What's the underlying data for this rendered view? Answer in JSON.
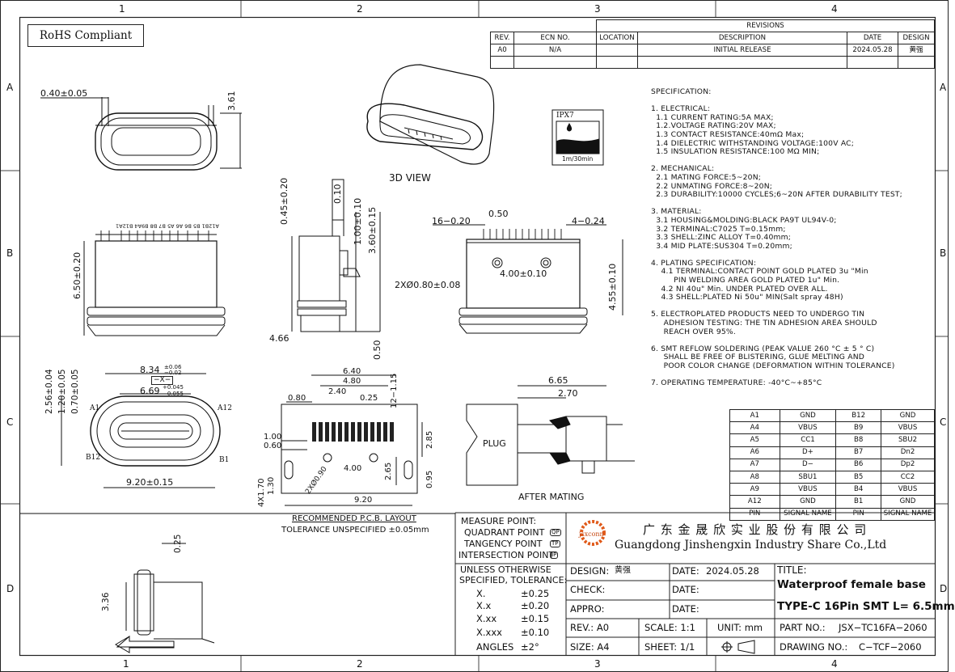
{
  "frame": {
    "zones_top": [
      "1",
      "2",
      "3",
      "4"
    ],
    "zones_bottom": [
      "1",
      "2",
      "3",
      "4"
    ],
    "zones_side": [
      "A",
      "B",
      "C",
      "D"
    ]
  },
  "badge": "RoHS Compliant",
  "revisions": {
    "title": "REVISIONS",
    "headers": [
      "REV.",
      "ECN NO.",
      "LOCATION",
      "DESCRIPTION",
      "DATE",
      "DESIGN"
    ],
    "rows": [
      [
        "A0",
        "N/A",
        "",
        "INITIAL RELEASE",
        "2024.05.28",
        "黄强"
      ]
    ]
  },
  "ipx": {
    "label": "IPX7",
    "depth": "1m/30min"
  },
  "view_labels": {
    "view3d": "3D VIEW",
    "after_mating": "AFTER MATING",
    "plug": "PLUG",
    "pcb_title": "RECOMMENDED   P.C.B. LAYOUT",
    "pcb_tol": "TOLERANCE UNSPECIFIED ±0.05mm"
  },
  "dims": {
    "d040": "0.40±0.05",
    "d361": "3.61",
    "d045": "0.45±0.20",
    "d010": "0.10",
    "d100": "1.00±0.10",
    "d360": "3.60±0.15",
    "d466": "4.66",
    "d050": "0.50",
    "d650": "6.50±0.20",
    "d16": "16−0.20",
    "d050b": "0.50",
    "d424": "4−0.24",
    "d400": "4.00±0.10",
    "d2x080": "2XØ0.80±0.08",
    "d455": "4.55±0.10",
    "d834": "8.34",
    "d834tol_up": "±0.06",
    "d834tol_dn": "−0.02",
    "dxx": "−X−",
    "d669": "6.69",
    "d669tol_up": "+0.045",
    "d669tol_dn": "−0.055",
    "d256": "2.56±0.04",
    "d120": "1.20±0.05",
    "d070": "0.70±0.05",
    "d920": "9.20±0.15",
    "a1": "A1",
    "a12": "A12",
    "b12": "B12",
    "b1": "B1",
    "p640": "6.40",
    "p480": "4.80",
    "p240": "2.40",
    "p025": "0.25",
    "p080": "0.80",
    "p12115": "12−1.15",
    "p285": "2.85",
    "p100": "1.00",
    "p060": "0.60",
    "p2x090": "2XØ0.90",
    "p400": "4.00",
    "p265": "2.65",
    "p095": "0.95",
    "p4x170": "4X1.70",
    "p130": "1.30",
    "p920": "9.20",
    "m665": "6.65",
    "m270": "2.70",
    "s025": "0.25",
    "s336": "3.36",
    "top_pins": "A12B1  B5  B6 A6 A5 B7  B8  B9A4  B12A1"
  },
  "spec_lines": [
    "SPECIFICATION:",
    "",
    "1. ELECTRICAL:",
    "  1.1 CURRENT RATING:5A MAX;",
    "  1.2.VOLTAGE RATING:20V MAX;",
    "  1.3 CONTACT RESISTANCE:40mΩ Max;",
    "  1.4 DIELECTRIC WITHSTANDING VOLTAGE:100V AC;",
    "  1.5 INSULATION RESISTANCE:100 MΩ MIN;",
    "",
    "2. MECHANICAL:",
    "  2.1 MATING FORCE:5~20N;",
    "  2.2 UNMATING FORCE:8~20N;",
    "  2.3 DURABILITY:10000 CYCLES;6~20N AFTER DURABILITY TEST;",
    "",
    "3. MATERIAL:",
    "  3.1 HOUSING&MOLDING:BLACK PA9T UL94V-0;",
    "  3.2 TERMINAL:C7025 T=0.15mm;",
    "  3.3 SHELL:ZINC ALLOY T=0.40mm;",
    "  3.4 MID PLATE:SUS304 T=0.20mm;",
    "",
    "4. PLATING SPECIFICATION:",
    "    4.1 TERMINAL:CONTACT POINT GOLD PLATED 3u \"Min",
    "         PIN WELDING AREA GOLD PLATED 1u\" Min.",
    "    4.2 NI 40u\" Min. UNDER PLATED OVER ALL.",
    "    4.3 SHELL:PLATED Ni 50u\" MIN(Salt spray 48H)",
    "",
    "5. ELECTROPLATED PRODUCTS NEED TO UNDERGO TIN",
    "     ADHESION TESTING: THE TIN ADHESION AREA SHOULD",
    "     REACH OVER 95%.",
    "",
    "6. SMT REFLOW SOLDERING (PEAK VALUE 260 °C ± 5 ° C)",
    "     SHALL BE FREE OF BLISTERING, GLUE MELTING AND",
    "     POOR COLOR CHANGE (DEFORMATION WITHIN TOLERANCE)",
    "",
    "7. OPERATING TEMPERATURE: -40°C~+85°C"
  ],
  "pin_table": {
    "rows": [
      [
        "A1",
        "GND",
        "B12",
        "GND"
      ],
      [
        "A4",
        "VBUS",
        "B9",
        "VBUS"
      ],
      [
        "A5",
        "CC1",
        "B8",
        "SBU2"
      ],
      [
        "A6",
        "D+",
        "B7",
        "Dn2"
      ],
      [
        "A7",
        "D−",
        "B6",
        "Dp2"
      ],
      [
        "A8",
        "SBU1",
        "B5",
        "CC2"
      ],
      [
        "A9",
        "VBUS",
        "B4",
        "VBUS"
      ],
      [
        "A12",
        "GND",
        "B1",
        "GND"
      ]
    ],
    "footer": [
      "PIN",
      "SIGNAL NAME",
      "PIN",
      "SIGNAL NAME"
    ]
  },
  "title_block": {
    "measure": [
      "MEASURE  POINT:",
      "QUADRANT  POINT",
      "TANGENCY  POINT",
      "INTERSECTION  POINT"
    ],
    "measure_tags": [
      "QP",
      "TP",
      "IP"
    ],
    "logo": "jsxconn",
    "company_cn": "广 东 金 晟 欣 实 业 股 份 有 限 公 司",
    "company_en": "Guangdong Jinshengxin Industry Share Co.,Ltd",
    "unless": "UNLESS  OTHERWISE",
    "specified": "SPECIFIED,  TOLERANCE:",
    "tolerances": [
      [
        "X.",
        "±0.25"
      ],
      [
        "X.x",
        "±0.20"
      ],
      [
        "X.xx",
        "±0.15"
      ],
      [
        "X.xxx",
        "±0.10"
      ],
      [
        "ANGLES",
        "±2°"
      ]
    ],
    "design_label": "DESIGN:",
    "design_value": "黄强",
    "check_label": "CHECK:",
    "appro_label": "APPRO:",
    "date_label": "DATE:",
    "date_value": "2024.05.28",
    "title_label": "TITLE:",
    "title_line1": "Waterproof female base",
    "title_line2": "TYPE-C 16Pin SMT L= 6.5mm",
    "rev_label": "REV.: A0",
    "scale_label": "SCALE: 1:1",
    "unit_label": "UNIT: mm",
    "part_label": "PART  NO.:",
    "part_value": "JSX−TC16FA−2060",
    "size_label": "SIZE: A4",
    "sheet_label": "SHEET: 1/1",
    "drawing_label": "DRAWING  NO.:",
    "drawing_value": "C−TCF−2060"
  }
}
